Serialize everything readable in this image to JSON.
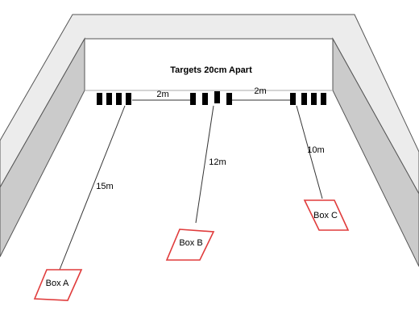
{
  "title": "Targets 20cm Apart",
  "gaps": {
    "left": "2m",
    "right": "2m"
  },
  "boxes": [
    {
      "label": "Box A",
      "distance": "15m"
    },
    {
      "label": "Box B",
      "distance": "12m"
    },
    {
      "label": "Box C",
      "distance": "10m"
    }
  ],
  "colors": {
    "wall_outer": "#ececec",
    "wall_side": "#c8c8c8",
    "outline": "#555555",
    "target": "#000000",
    "box_border": "#e03c3c",
    "line": "#333333"
  }
}
